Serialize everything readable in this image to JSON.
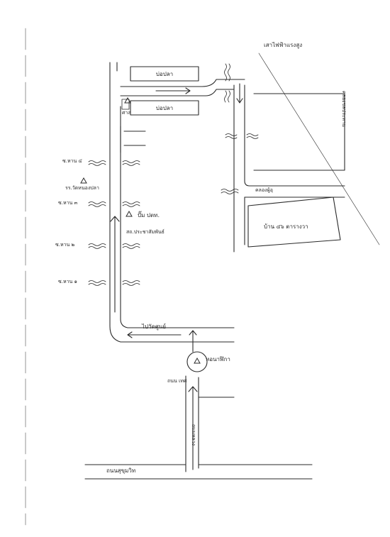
{
  "labels": {
    "pond_top": "บ่อปลา",
    "pond_bottom": "บ่อปลา",
    "landmark_left": "ศาล",
    "power_line": "เสาไฟฟ้าแรงสูง",
    "canal_right": "คลองชลประทาน",
    "canal_east": "คลองผู้อุ",
    "plot": "บ้าน ๔๖ ตารางวา",
    "soi4": "ซ.หาน ๔",
    "school": "รร.วัดหนองปลา",
    "soi3": "ซ.หาน ๓",
    "pump": "ปั๊ม ปตท.",
    "health": "สถ.ประชาสัมพันธ์",
    "soi2": "ซ.หาน ๒",
    "soi1": "ซ.หาน ๑",
    "junction": "ไปวัดศูนย์",
    "roundabout": "หอนาฬิกา",
    "small_road": "ถนน เทศ",
    "main_road_vertical": "ถนนหลวง",
    "bottom_road": "ถนนสุขุมวิท"
  },
  "colors": {
    "ink": "#2a2a2a",
    "paper": "#ffffff"
  }
}
